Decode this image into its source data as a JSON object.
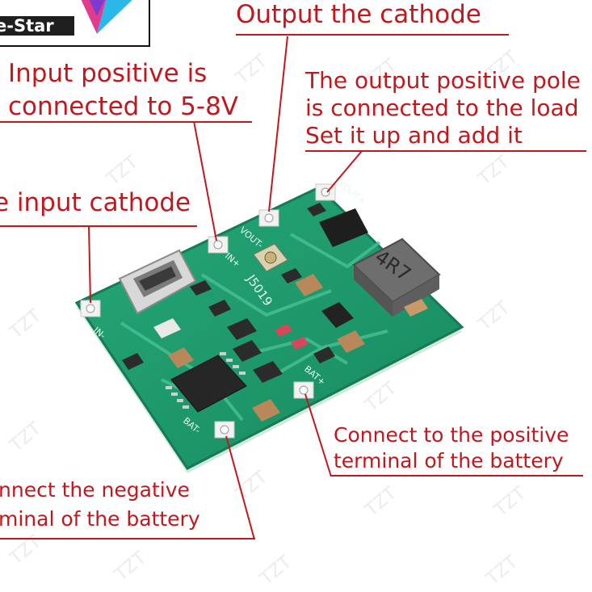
{
  "logo": {
    "text": "e-Star"
  },
  "labels": {
    "output_cathode": "Output the cathode",
    "input_positive_line1": "Input positive is",
    "input_positive_line2": "connected to 5-8V",
    "output_positive_line1": "The output positive pole",
    "output_positive_line2": "is connected to the load",
    "output_positive_line3": "Set it up and add it",
    "input_cathode": "e input cathode",
    "battery_positive_line1": "Connect to the positive",
    "battery_positive_line2": "terminal of the battery",
    "battery_negative_line1": "nnect the negative",
    "battery_negative_line2": "minal of the battery"
  },
  "board": {
    "inductor_marking": "4R7",
    "model_marking": "J5019",
    "pins": {
      "in_minus": "IN-",
      "in_plus": "IN+",
      "vout_minus": "VOUT-",
      "vout_plus": "VOUT+",
      "bat_plus": "BAT+",
      "bat_minus": "BAT-"
    }
  },
  "watermark": "TZT",
  "colors": {
    "label_red": "#c2181d",
    "pcb_green": "#1f9a6e",
    "pcb_edge": "#157a55"
  }
}
